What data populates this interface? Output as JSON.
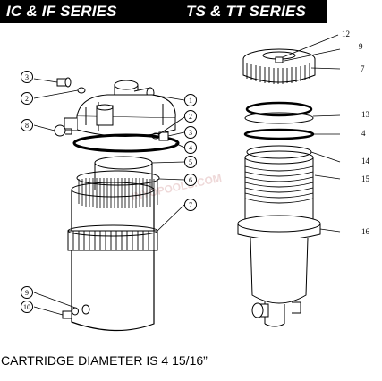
{
  "header": {
    "left_series": "IC & IF SERIES",
    "right_series": "TS & TT SERIES"
  },
  "caption": "CARTRIDGE DIAMETER IS 4 15/16”",
  "left_callouts": [
    "1",
    "2",
    "3",
    "4",
    "5",
    "6",
    "7",
    "2",
    "3",
    "8",
    "9",
    "10"
  ],
  "right_callouts": [
    "12",
    "9",
    "7",
    "13",
    "4",
    "14",
    "15",
    "16"
  ],
  "watermark": "INYOPOOLS.COM"
}
